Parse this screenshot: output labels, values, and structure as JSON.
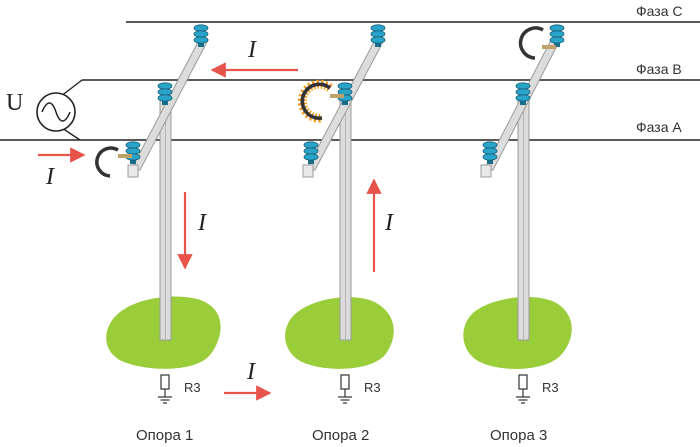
{
  "phases": {
    "c": "Фаза С",
    "b": "Фаза В",
    "a": "Фаза А"
  },
  "source": {
    "label": "U"
  },
  "current": "I",
  "resistor": "R3",
  "poles": [
    "Опора 1",
    "Опора 2",
    "Опора 3"
  ],
  "colors": {
    "arrow": "#e8534a",
    "ground_patch": "#9acd3a",
    "insulator": "#2aa3c8",
    "pole": "#d9d9d9",
    "wire": "#222222",
    "spark": "#f2a623"
  }
}
